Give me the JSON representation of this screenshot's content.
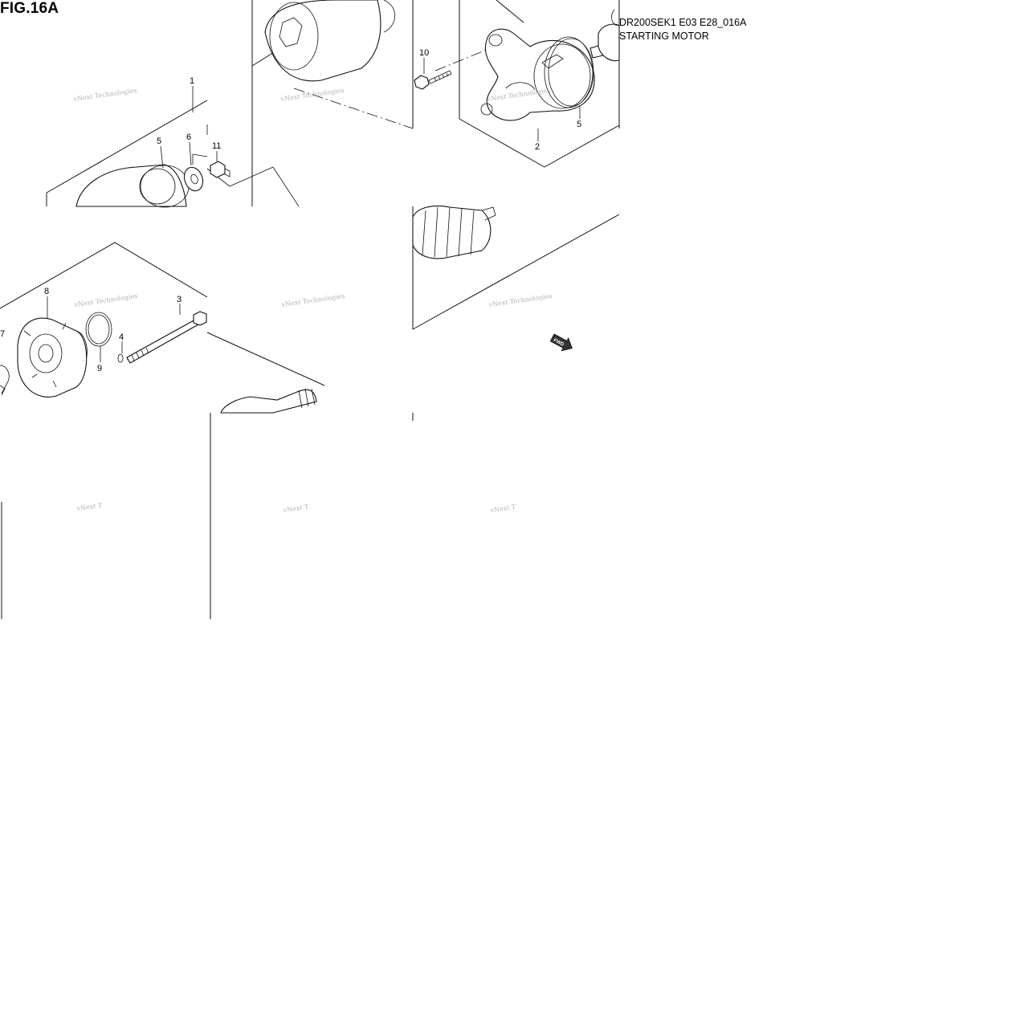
{
  "figure": {
    "title": "FIG.16A",
    "drawing_code": "DR200SEK1 E03 E28_016A",
    "assembly_name": "STARTING MOTOR"
  },
  "callouts": {
    "n1": "1",
    "n2": "2",
    "n3": "3",
    "n4": "4",
    "n5a": "5",
    "n5b": "5",
    "n6": "6",
    "n7": "7",
    "n8": "8",
    "n9": "9",
    "n10": "10",
    "n11": "11"
  },
  "watermark": {
    "text": "vNext Technologies",
    "partial": "vNext T",
    "partial2": "vNext T",
    "partial3": "vNext T"
  },
  "direction_marker": "FWD"
}
